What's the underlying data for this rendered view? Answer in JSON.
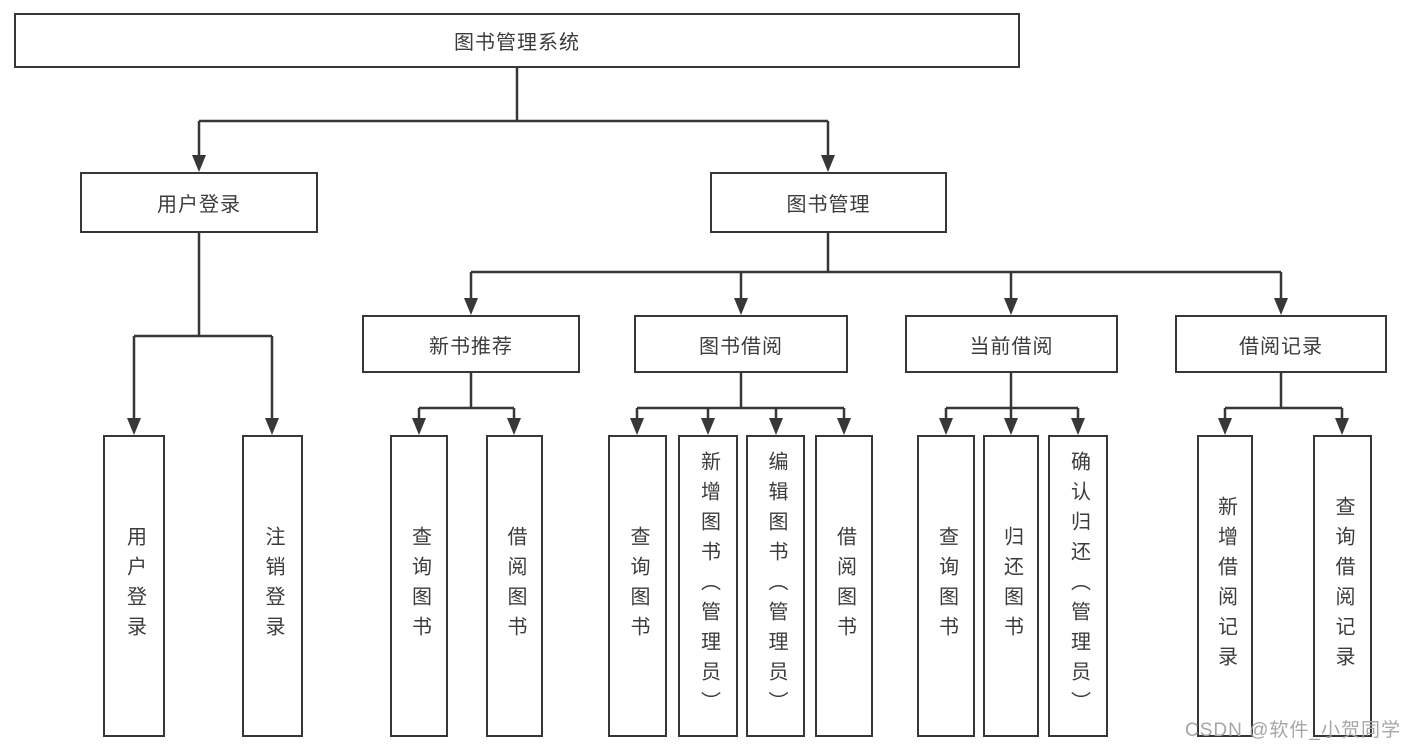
{
  "diagram": {
    "root": "图书管理系统",
    "level2": {
      "user_login": "用户登录",
      "book_management": "图书管理"
    },
    "level3": {
      "new_book_recommend": "新书推荐",
      "book_borrow": "图书借阅",
      "current_borrow": "当前借阅",
      "borrow_records": "借阅记录"
    },
    "leaves": {
      "user_login": [
        "用户登录",
        "注销登录"
      ],
      "new_book_recommend": [
        "查询图书",
        "借阅图书"
      ],
      "book_borrow": [
        "查询图书",
        "新增图书（管理员）",
        "编辑图书（管理员）",
        "借阅图书"
      ],
      "current_borrow": [
        "查询图书",
        "归还图书",
        "确认归还（管理员）"
      ],
      "borrow_records": [
        "新增借阅记录",
        "查询借阅记录"
      ]
    }
  },
  "watermark": "CSDN @软件_小贺同学",
  "colors": {
    "line": "#373737",
    "text": "#3c3c3c",
    "watermark": "#a6a6a6"
  }
}
